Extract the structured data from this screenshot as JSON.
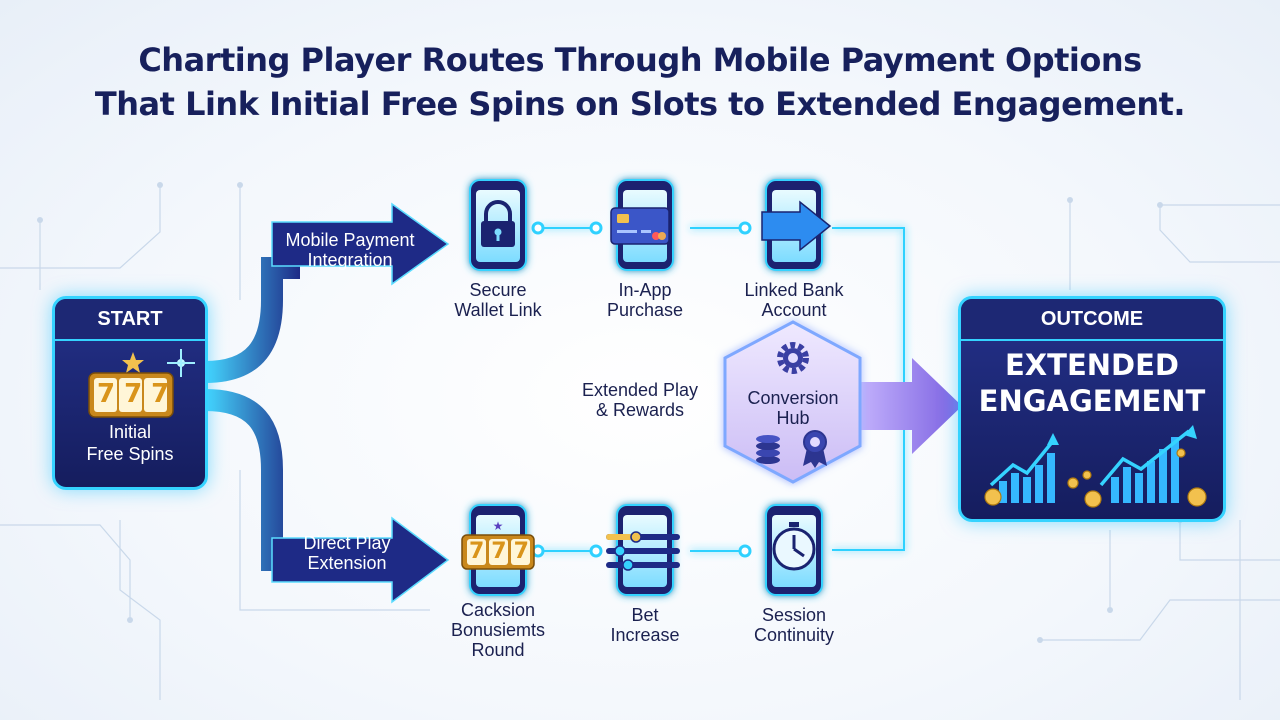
{
  "title": {
    "line1": "Charting Player Routes Through Mobile Payment Options",
    "line2": "That Link Initial Free Spins on Slots to Extended Engagement."
  },
  "start": {
    "header": "START",
    "reel_text": "777",
    "caption": "Initial\nFree Spins",
    "icon": "slot-machine-icon"
  },
  "arrows": {
    "top": "Mobile Payment\nIntegration",
    "bottom": "Direct Play\nExtension"
  },
  "top_route": [
    {
      "label": "Secure\nWallet Link",
      "icon": "padlock-icon"
    },
    {
      "label": "In-App\nPurchase",
      "icon": "credit-card-icon"
    },
    {
      "label": "Linked Bank\nAccount",
      "icon": "transfer-arrow-icon"
    }
  ],
  "bottom_route": [
    {
      "label": "Cacksion\nBonusiemts\nRound",
      "icon": "slot-reels-icon",
      "reel_text": "777"
    },
    {
      "label": "Bet\nIncrease",
      "icon": "slider-icon"
    },
    {
      "label": "Session\nContinuity",
      "icon": "stopwatch-icon"
    }
  ],
  "hub": {
    "side_label": "Extended Play\n& Rewards",
    "label": "Conversion\nHub",
    "icons": [
      "gear-icon",
      "coin-stack-icon",
      "award-ribbon-icon"
    ]
  },
  "outcome": {
    "header": "OUTCOME",
    "big_text": "EXTENDED\nENGAGEMENT",
    "icon": "growth-chart-icon"
  },
  "colors": {
    "navy": "#17205c",
    "cyan": "#35d3ff",
    "arrow_blue": "#1e2a86",
    "hub_purple": "#8f7ce6"
  }
}
